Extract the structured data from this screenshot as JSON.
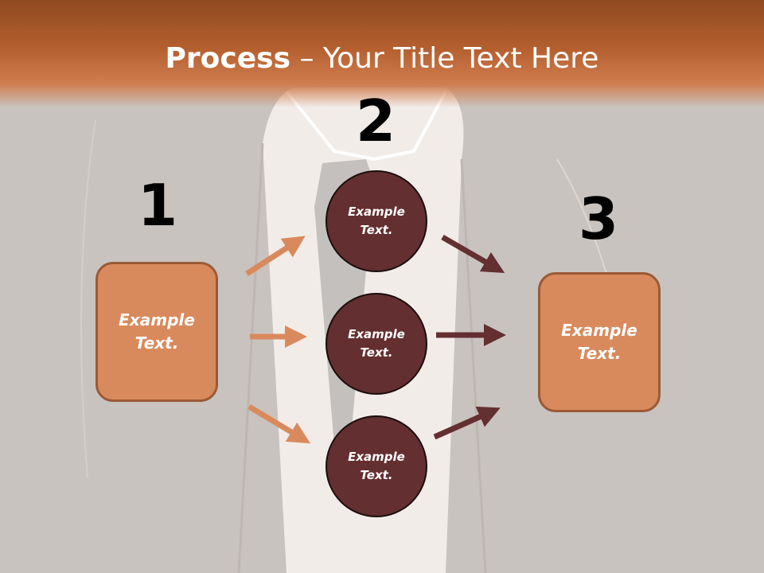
{
  "title": {
    "bold": "Process",
    "rest": " – Your Title Text Here"
  },
  "steps": {
    "one": "1",
    "two": "2",
    "three": "3"
  },
  "left_box": {
    "text": "Example\nText."
  },
  "right_box": {
    "text": "Example\nText."
  },
  "circles": [
    {
      "text": "Example\nText."
    },
    {
      "text": "Example\nText."
    },
    {
      "text": "Example\nText."
    }
  ],
  "colors": {
    "title_bar": "#b55f2f",
    "box_fill": "#d98a5c",
    "circle_fill": "#642f30",
    "arrow_light": "#d98a5c",
    "arrow_dark": "#642f30"
  }
}
